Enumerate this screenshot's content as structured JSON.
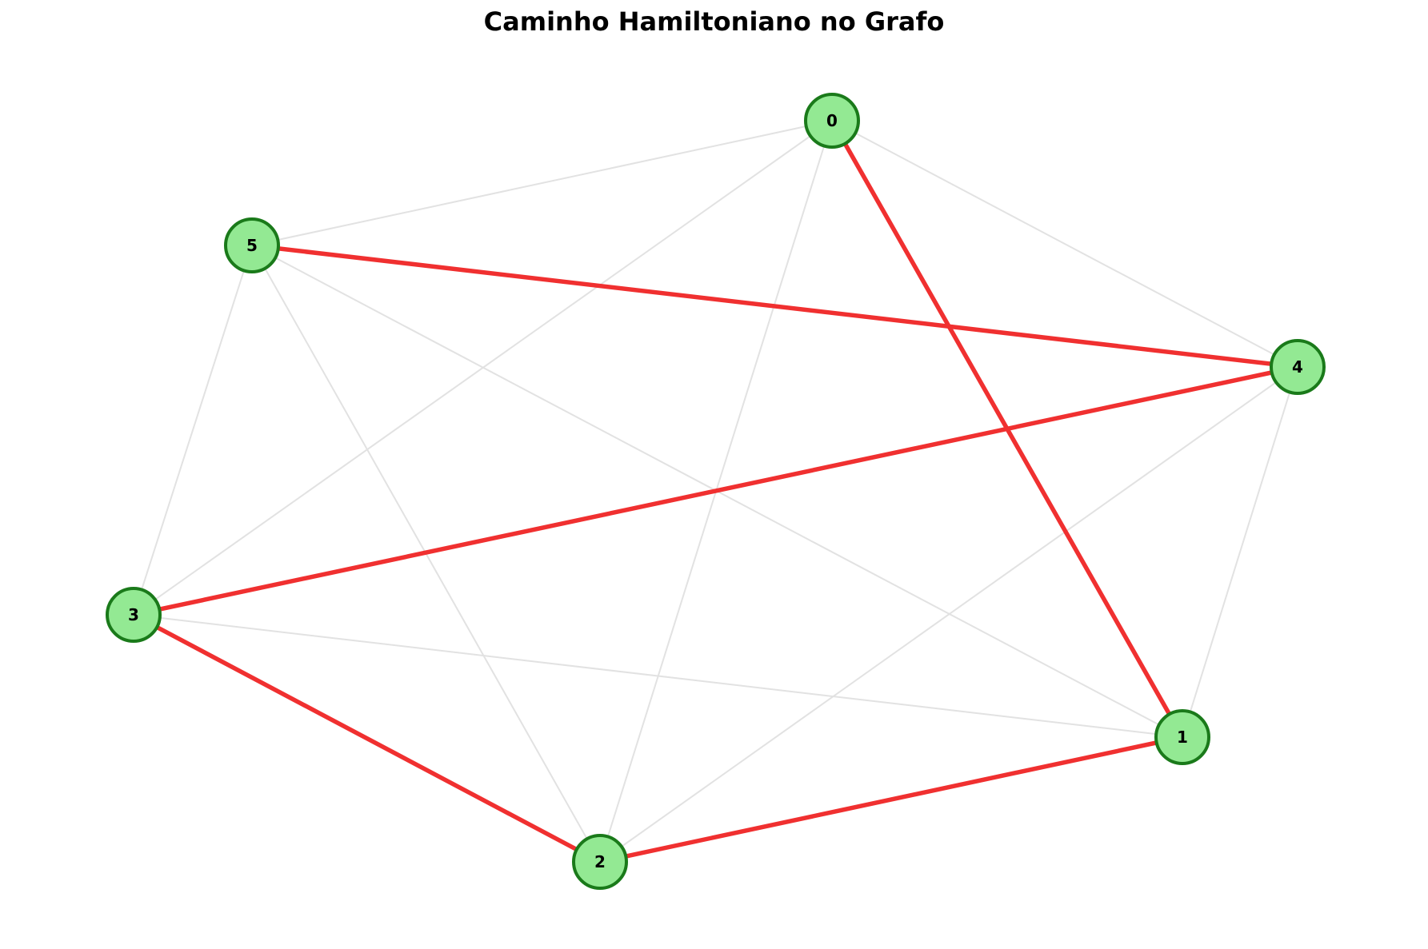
{
  "title": "Caminho Hamiltoniano no Grafo",
  "colors": {
    "path_edge": "#f03030",
    "other_edge": "#e2e2e2",
    "node_fill": "#93e993",
    "node_stroke": "#1a7a1a",
    "label": "#000000"
  },
  "nodes": [
    {
      "id": "0",
      "label": "0"
    },
    {
      "id": "1",
      "label": "1"
    },
    {
      "id": "2",
      "label": "2"
    },
    {
      "id": "3",
      "label": "3"
    },
    {
      "id": "4",
      "label": "4"
    },
    {
      "id": "5",
      "label": "5"
    }
  ],
  "edges": [
    {
      "from": "0",
      "to": "5",
      "in_path": false
    },
    {
      "from": "0",
      "to": "4",
      "in_path": false
    },
    {
      "from": "0",
      "to": "3",
      "in_path": false
    },
    {
      "from": "0",
      "to": "2",
      "in_path": false
    },
    {
      "from": "0",
      "to": "1",
      "in_path": true
    },
    {
      "from": "5",
      "to": "3",
      "in_path": false
    },
    {
      "from": "5",
      "to": "2",
      "in_path": false
    },
    {
      "from": "5",
      "to": "1",
      "in_path": false
    },
    {
      "from": "5",
      "to": "4",
      "in_path": true
    },
    {
      "from": "4",
      "to": "2",
      "in_path": false
    },
    {
      "from": "4",
      "to": "1",
      "in_path": false
    },
    {
      "from": "4",
      "to": "3",
      "in_path": true
    },
    {
      "from": "3",
      "to": "1",
      "in_path": false
    },
    {
      "from": "3",
      "to": "2",
      "in_path": true
    },
    {
      "from": "2",
      "to": "1",
      "in_path": true
    }
  ]
}
